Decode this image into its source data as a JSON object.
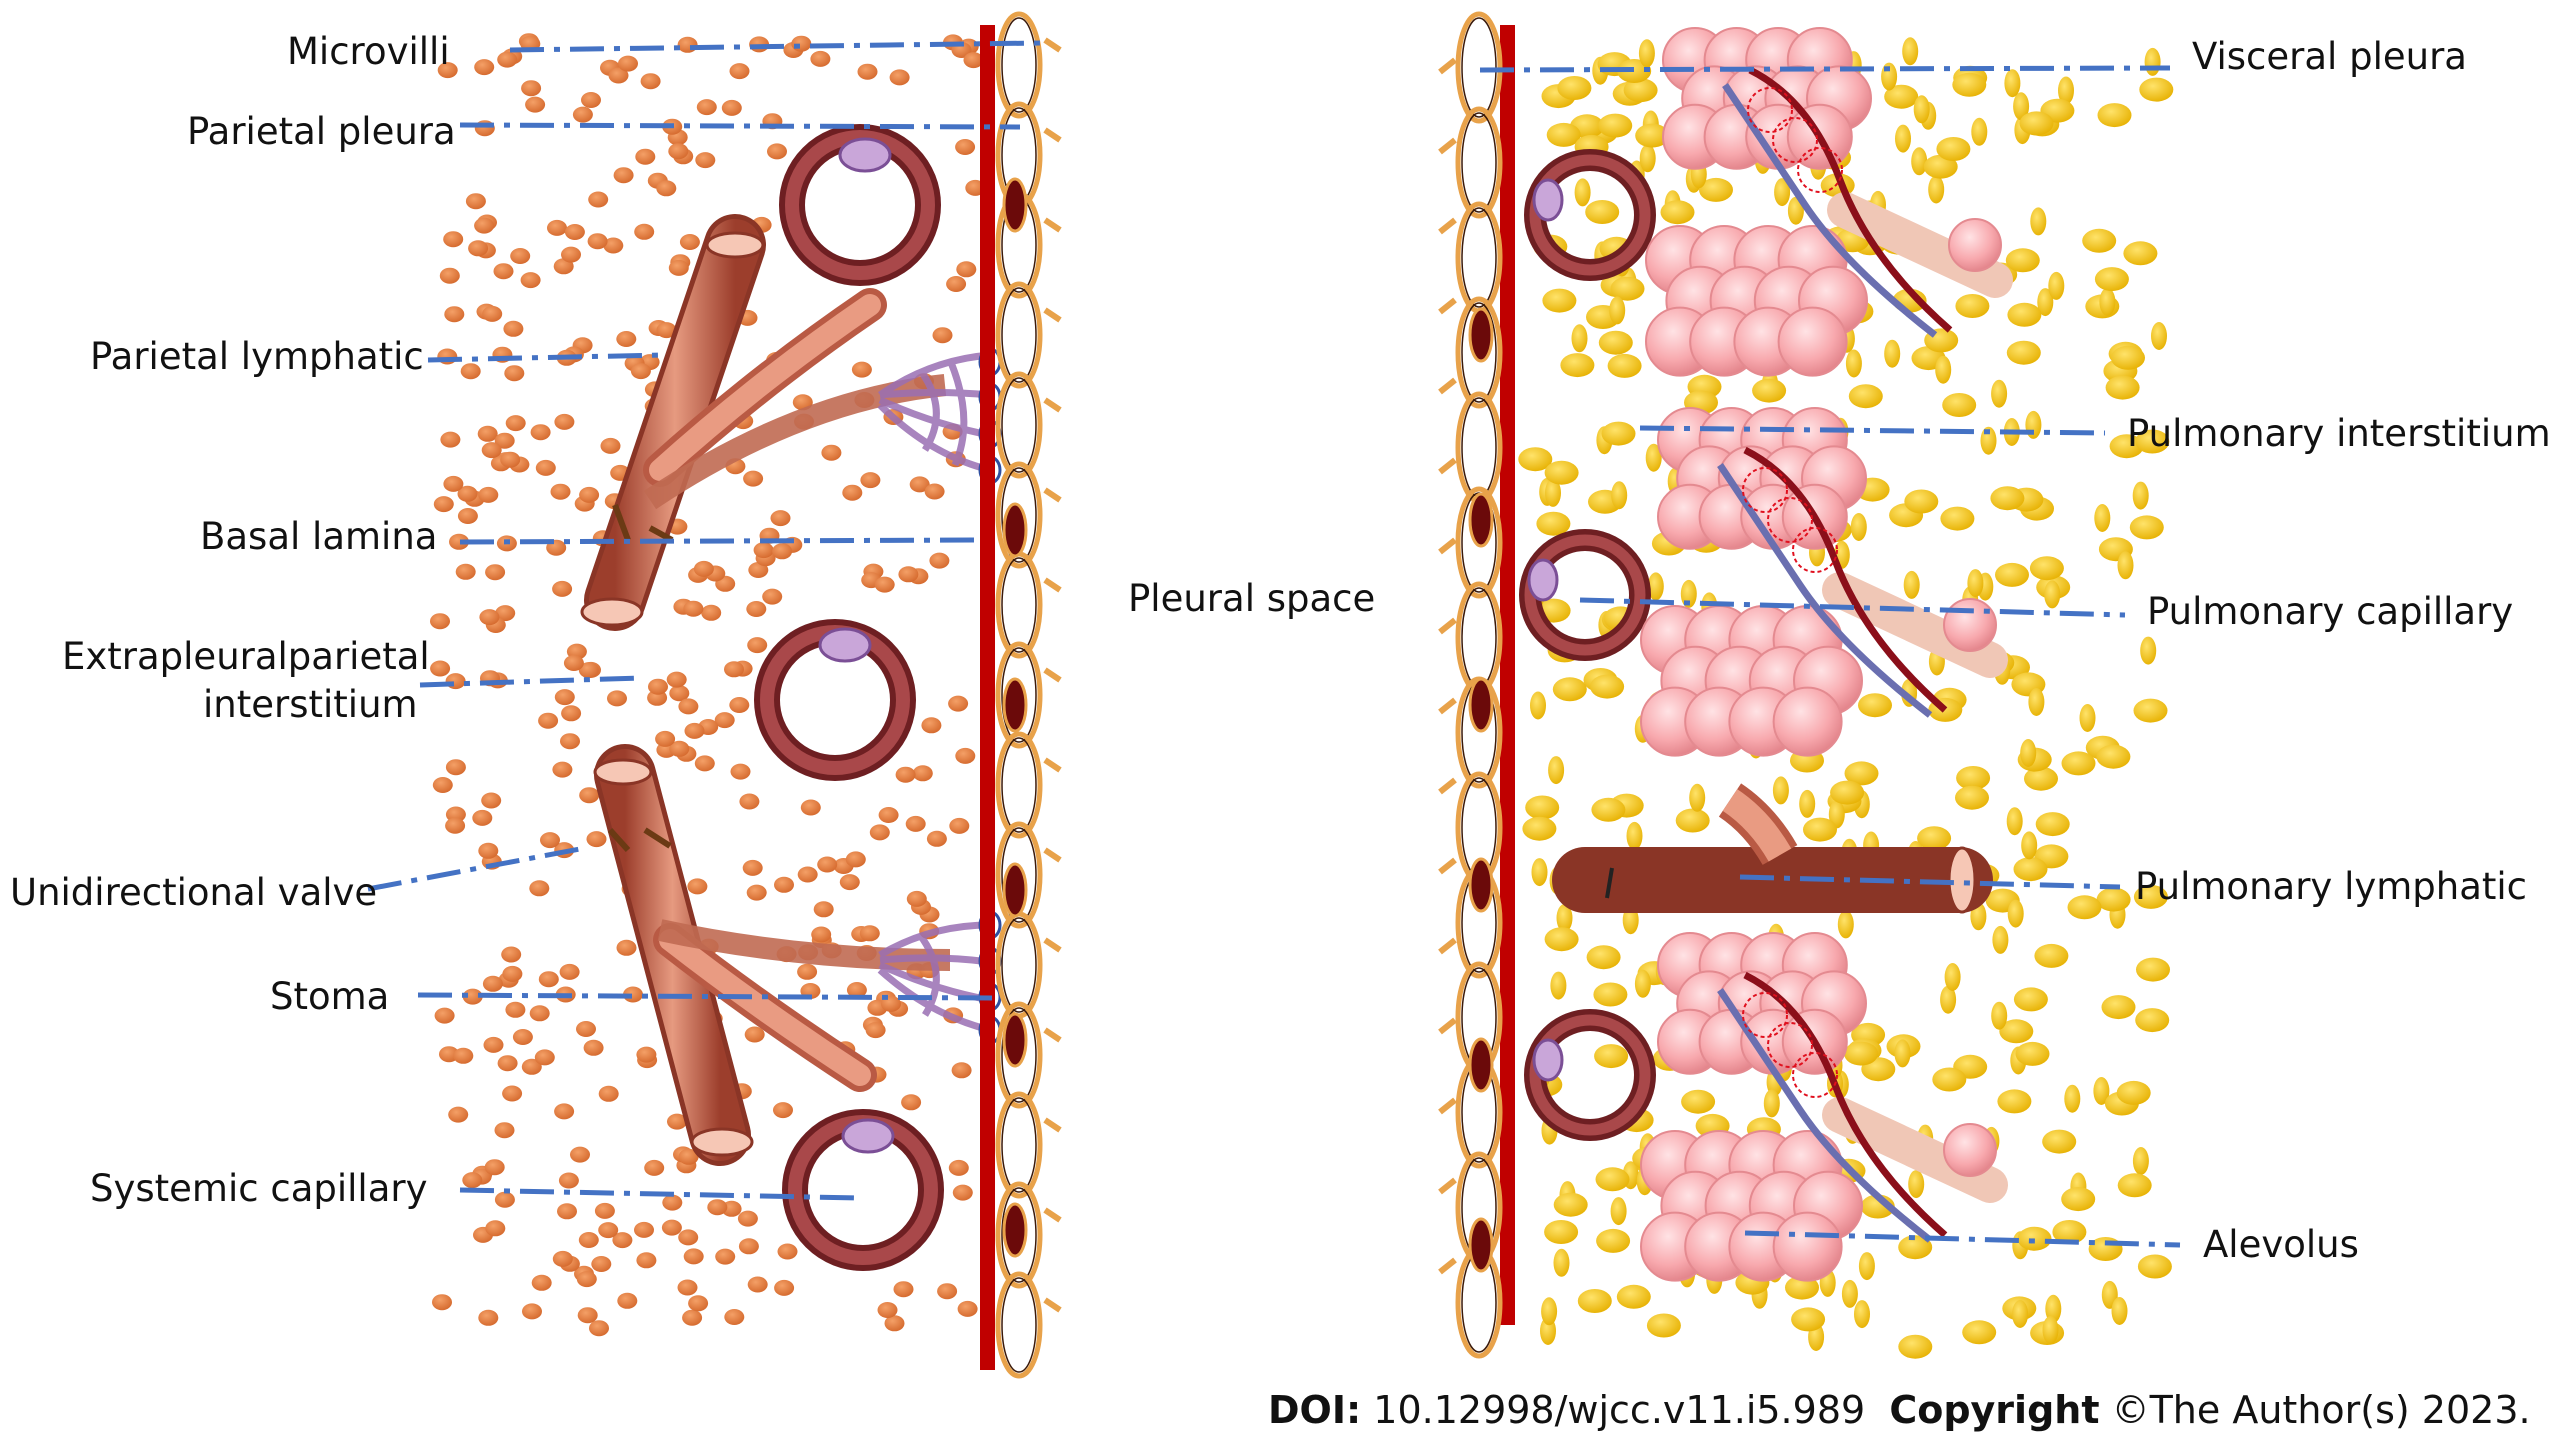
{
  "left_labels": {
    "microvilli": "Microvilli",
    "parietal_pleura": "Parietal pleura",
    "parietal_lymphatic": "Parietal lymphatic",
    "basal_lamina": "Basal lamina",
    "extrapleural_line1": "Extrapleuralparietal",
    "extrapleural_line2": "interstitium",
    "unidirectional_valve": "Unidirectional valve",
    "stoma": "Stoma",
    "systemic_capillary": "Systemic capillary"
  },
  "center_label": "Pleural space",
  "right_labels": {
    "visceral_pleura": "Visceral pleura",
    "pulmonary_interstitium": "Pulmonary interstitium",
    "pulmonary_capillary": "Pulmonary capillary",
    "pulmonary_lymphatic": "Pulmonary lymphatic",
    "alveolus": "Alevolus"
  },
  "footer": {
    "doi_label": "DOI:",
    "doi_value": "10.12998/wjcc.v11.i5.989",
    "copyright_label": "Copyright",
    "copyright_text": "©The Author(s) 2023."
  },
  "colors": {
    "leader_line": "#4472c4",
    "pleura": "#c00000",
    "parietal_cells": "#e07a3a",
    "visceral_cells": "#f2c200",
    "vessel": "#c8634a",
    "capillary": "#8b2e2e",
    "alveolus": "#f7a8ad"
  }
}
